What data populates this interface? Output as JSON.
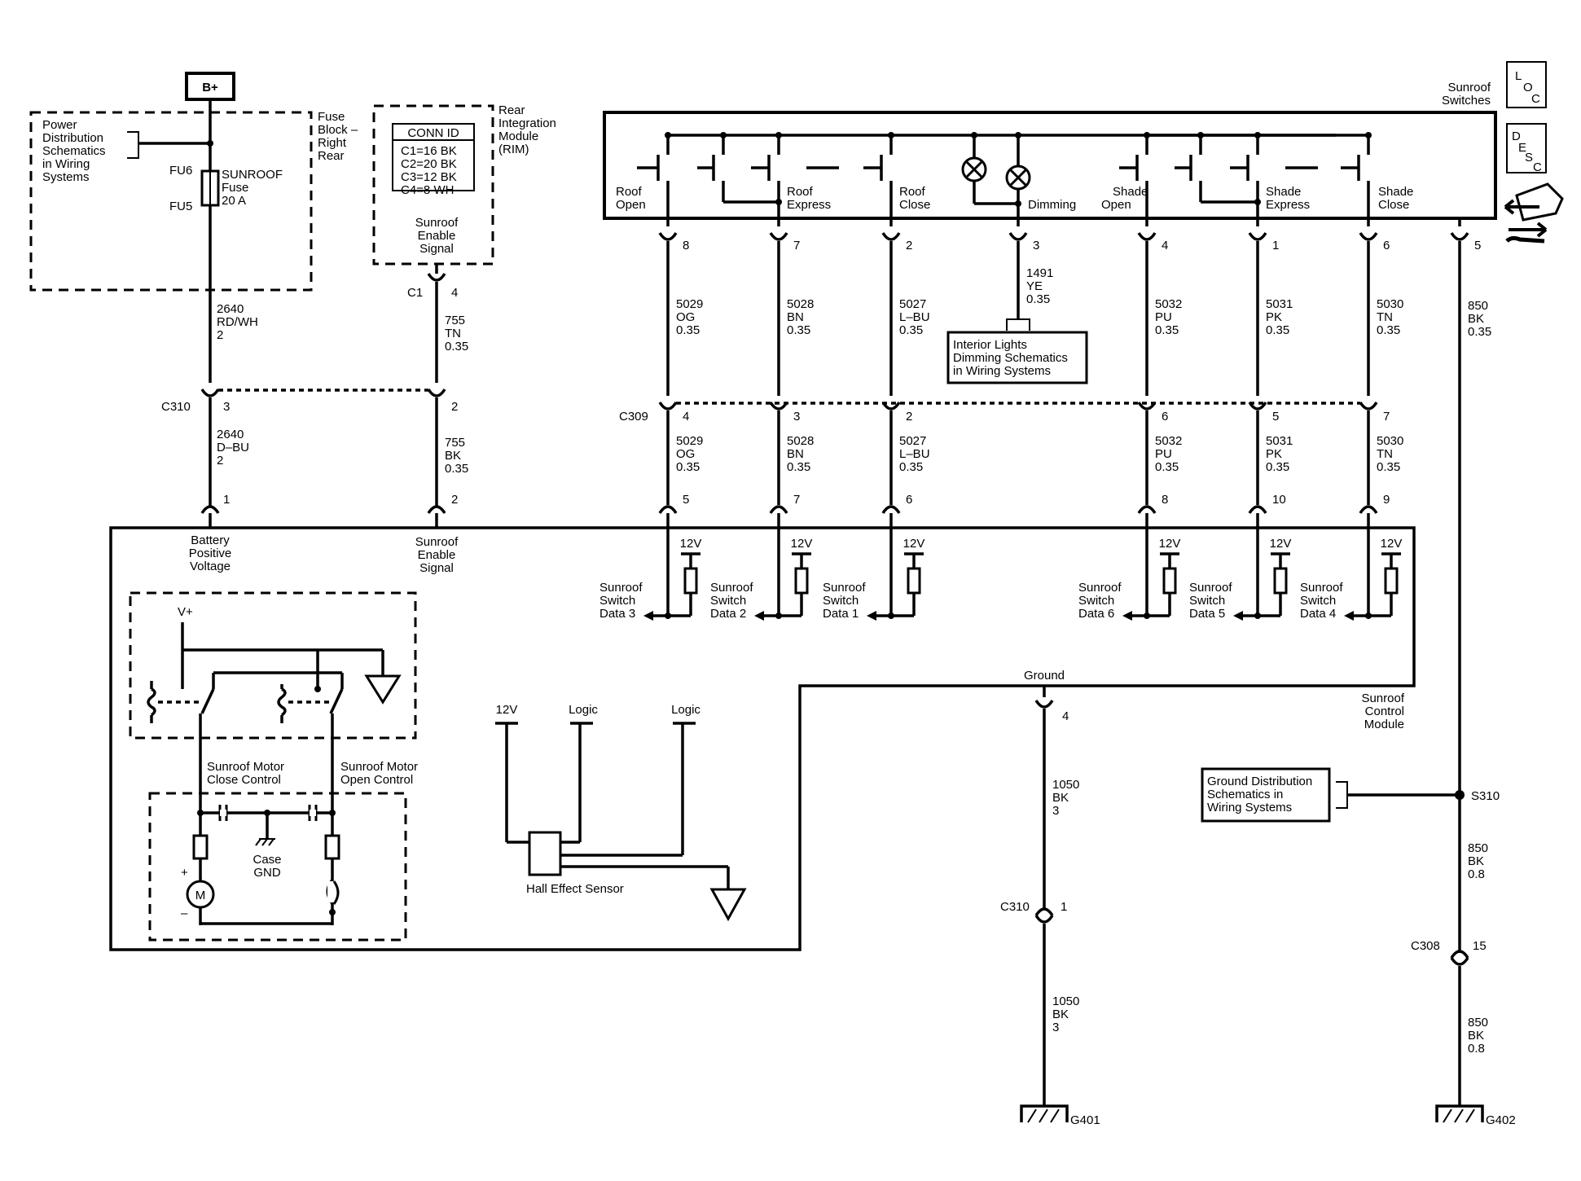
{
  "bplus": "B+",
  "power_dist": [
    "Power",
    "Distribution",
    "Schematics",
    "in Wiring",
    "Systems"
  ],
  "fuse_block": [
    "Fuse",
    "Block –",
    "Right",
    "Rear"
  ],
  "fuse": {
    "top": "FU6",
    "bottom": "FU5",
    "name": [
      "SUNROOF",
      "Fuse",
      "20 A"
    ]
  },
  "rim": {
    "label": [
      "Rear",
      "Integration",
      "Module",
      "(RIM)"
    ],
    "conn_title": "CONN ID",
    "conn": [
      "C1=16 BK",
      "C2=20 BK",
      "C3=12 BK",
      "C4=8 WH"
    ],
    "signal": [
      "Sunroof",
      "Enable",
      "Signal"
    ],
    "connector": "C1",
    "pin": "4"
  },
  "left_wires": {
    "w2640_top": [
      "2640",
      "RD/WH",
      "2"
    ],
    "w755_top": [
      "755",
      "TN",
      "0.35"
    ],
    "c310": "C310",
    "c310_pin_a": "3",
    "c310_pin_b": "2",
    "w2640_bot": [
      "2640",
      "D–BU",
      "2"
    ],
    "w755_bot": [
      "755",
      "BK",
      "0.35"
    ],
    "mod_pin_a": "1",
    "mod_pin_b": "2"
  },
  "switches": {
    "title": [
      "Sunroof",
      "Switches"
    ],
    "loc": [
      "L",
      "O",
      "C"
    ],
    "desc": [
      "D",
      "E",
      "S",
      "C"
    ],
    "labels": {
      "roof_open": [
        "Roof",
        "Open"
      ],
      "roof_express": [
        "Roof",
        "Express"
      ],
      "roof_close": [
        "Roof",
        "Close"
      ],
      "dimming": "Dimming",
      "shade_open": [
        "Shade",
        "Open"
      ],
      "shade_express": [
        "Shade",
        "Express"
      ],
      "shade_close": [
        "Shade",
        "Close"
      ]
    }
  },
  "circuits": [
    {
      "pin": "8",
      "wire": [
        "5029",
        "OG",
        "0.35"
      ],
      "c309_pin": "4",
      "mod_pin": "5",
      "data": [
        "Sunroof",
        "Switch",
        "Data 3"
      ]
    },
    {
      "pin": "7",
      "wire": [
        "5028",
        "BN",
        "0.35"
      ],
      "c309_pin": "3",
      "mod_pin": "7",
      "data": [
        "Sunroof",
        "Switch",
        "Data 2"
      ]
    },
    {
      "pin": "2",
      "wire": [
        "5027",
        "L–BU",
        "0.35"
      ],
      "c309_pin": "2",
      "mod_pin": "6",
      "data": [
        "Sunroof",
        "Switch",
        "Data 1"
      ]
    },
    {
      "pin": "4",
      "wire": [
        "5032",
        "PU",
        "0.35"
      ],
      "c309_pin": "6",
      "mod_pin": "8",
      "data": [
        "Sunroof",
        "Switch",
        "Data 6"
      ]
    },
    {
      "pin": "1",
      "wire": [
        "5031",
        "PK",
        "0.35"
      ],
      "c309_pin": "5",
      "mod_pin": "10",
      "data": [
        "Sunroof",
        "Switch",
        "Data 5"
      ]
    },
    {
      "pin": "6",
      "wire": [
        "5030",
        "TN",
        "0.35"
      ],
      "c309_pin": "7",
      "mod_pin": "9",
      "data": [
        "Sunroof",
        "Switch",
        "Data 4"
      ]
    }
  ],
  "dimming_wire": {
    "pin": "3",
    "wire": [
      "1491",
      "YE",
      "0.35"
    ],
    "ref": [
      "Interior Lights",
      "Dimming Schematics",
      "in Wiring Systems"
    ]
  },
  "c309": "C309",
  "v12": "12V",
  "module": {
    "batt": [
      "Battery",
      "Positive",
      "Voltage"
    ],
    "enable": [
      "Sunroof",
      "Enable",
      "Signal"
    ],
    "vplus": "V+",
    "close_ctl": [
      "Sunroof Motor",
      "Close Control"
    ],
    "open_ctl": [
      "Sunroof Motor",
      "Open Control"
    ],
    "case_gnd": [
      "Case",
      "GND"
    ],
    "motor": "M",
    "plus": "+",
    "minus": "–",
    "hall": "Hall Effect Sensor",
    "logic": "Logic",
    "ground": "Ground",
    "gnd_pin": "4",
    "name": [
      "Sunroof",
      "Control",
      "Module"
    ]
  },
  "ground_left": {
    "w_top": [
      "1050",
      "BK",
      "3"
    ],
    "connector": "C310",
    "pin": "1",
    "w_bot": [
      "1050",
      "BK",
      "3"
    ],
    "ground": "G401"
  },
  "ground_right": {
    "pin": "5",
    "w_top": [
      "850",
      "BK",
      "0.35"
    ],
    "splice": "S310",
    "ref": [
      "Ground Distribution",
      "Schematics in",
      "Wiring Systems"
    ],
    "w_mid": [
      "850",
      "BK",
      "0.8"
    ],
    "connector": "C308",
    "c308_pin": "15",
    "w_bot": [
      "850",
      "BK",
      "0.8"
    ],
    "ground": "G402"
  }
}
